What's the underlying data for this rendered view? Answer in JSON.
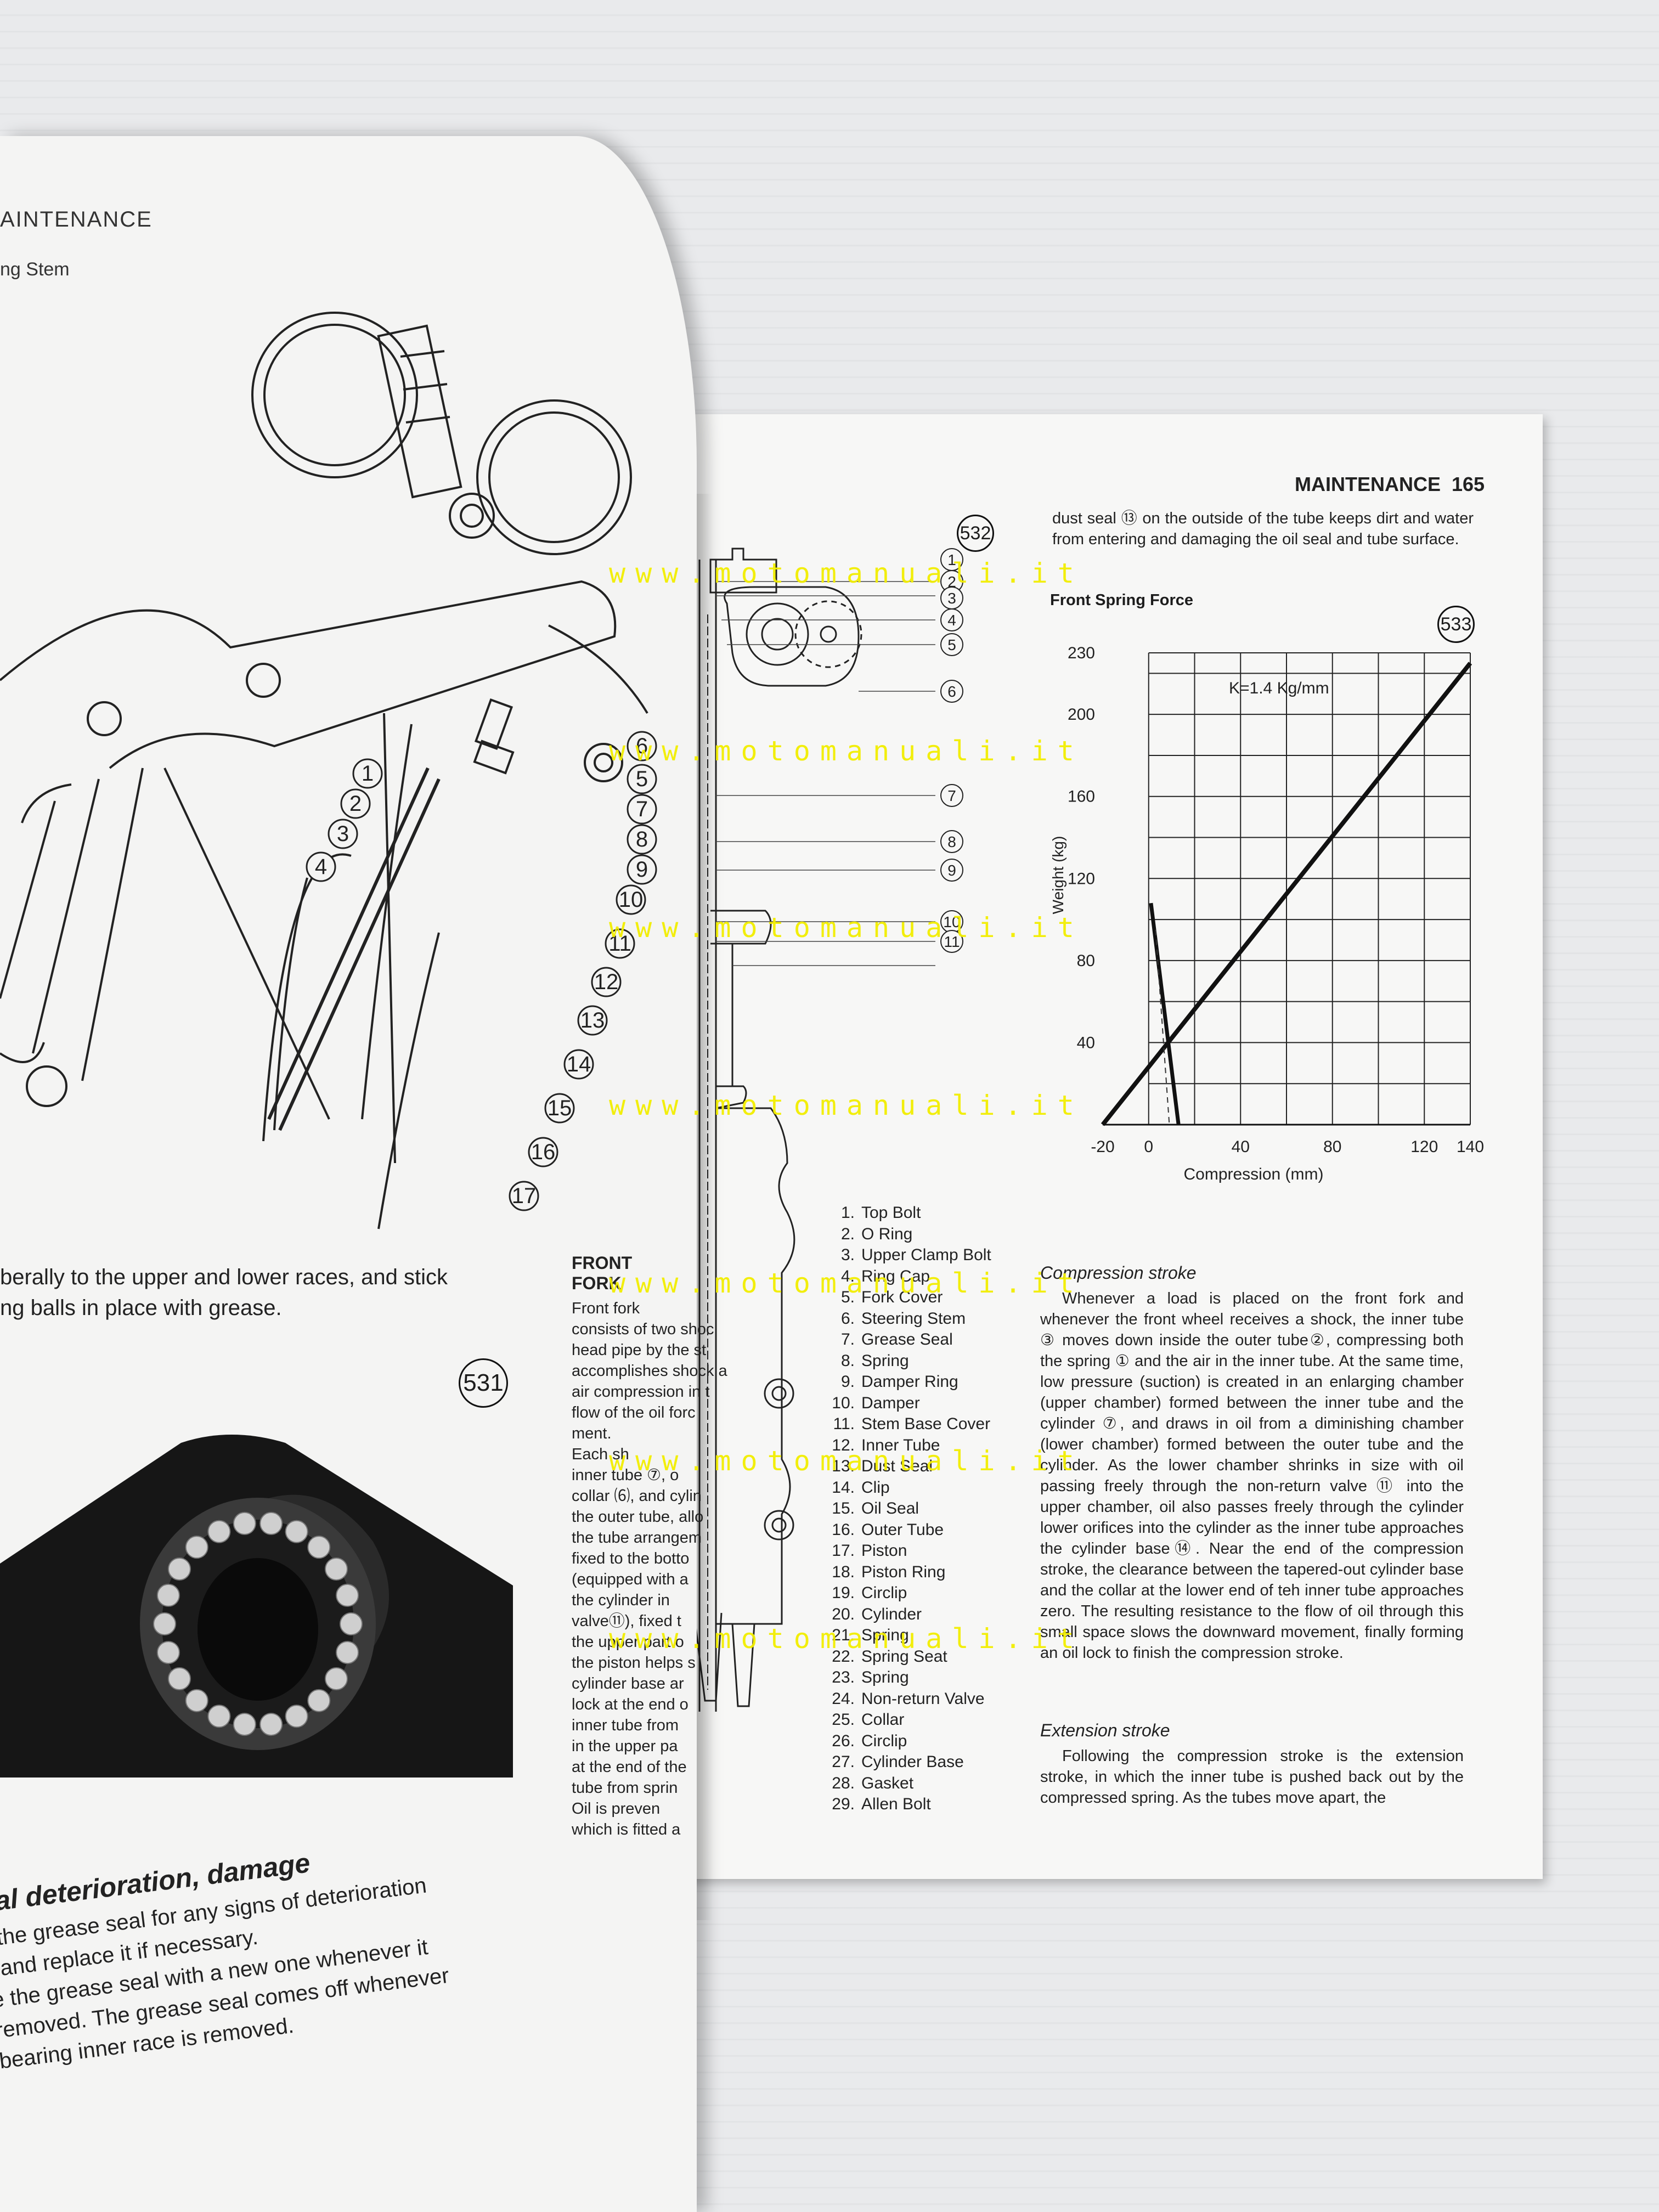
{
  "left_page": {
    "header": "AINTENANCE",
    "subheader": "ng Stem",
    "callouts": [
      "1",
      "2",
      "3",
      "4",
      "5",
      "6",
      "7",
      "8",
      "9",
      "10",
      "11",
      "12",
      "13",
      "14",
      "15",
      "16",
      "17"
    ],
    "caption_lines": [
      "berally to the upper and lower races, and stick",
      "ng balls in place with grease."
    ],
    "photo_label": "531",
    "seal_section": {
      "title": "eal deterioration, damage",
      "lines": [
        "t the grease seal for any signs of deterioration",
        ", and replace it if necessary.",
        "e the grease seal with a new one whenever it",
        "removed.  The grease seal comes off whenever",
        "bearing inner race is removed."
      ]
    },
    "front_fork": {
      "title": "FRONT FORK",
      "fragments": [
        "Front fork",
        "consists of two shoc",
        "head pipe by the st",
        "accomplishes shock a",
        "air compression in t",
        "flow of the oil forc",
        "ment.",
        "Each sh",
        "inner tube ⑦, o",
        "collar ⑹, and cylin",
        "the outer tube, allo",
        "the tube arrangem",
        "fixed to the botto",
        "(equipped with a",
        "the cylinder in",
        "valve⑪), fixed t",
        "the upper part o",
        "the piston helps s",
        "cylinder base ar",
        "lock at the end o",
        "inner tube from",
        "in the upper pa",
        "at the end of the",
        "tube from sprin",
        "Oil is preven",
        "which is fitted a"
      ]
    }
  },
  "right_page": {
    "header": "MAINTENANCE",
    "page_number": "165",
    "intro_text": "dust seal ⑬ on the outside of the tube keeps dirt and water from entering and damaging the oil seal and tube surface.",
    "graph_title": "Front Spring Force",
    "figure_533": "533",
    "figure_532": "532",
    "fork_callouts": [
      "1",
      "2",
      "3",
      "4",
      "5",
      "6",
      "7",
      "8",
      "9",
      "10",
      "11"
    ],
    "parts": [
      {
        "n": "1.",
        "name": "Top Bolt"
      },
      {
        "n": "2.",
        "name": "O Ring"
      },
      {
        "n": "3.",
        "name": "Upper Clamp Bolt"
      },
      {
        "n": "4.",
        "name": "Ring Cap"
      },
      {
        "n": "5.",
        "name": "Fork Cover"
      },
      {
        "n": "6.",
        "name": "Steering Stem"
      },
      {
        "n": "7.",
        "name": "Grease Seal"
      },
      {
        "n": "8.",
        "name": "Spring"
      },
      {
        "n": "9.",
        "name": "Damper Ring"
      },
      {
        "n": "10.",
        "name": "Damper"
      },
      {
        "n": "11.",
        "name": "Stem Base Cover"
      },
      {
        "n": "12.",
        "name": "Inner Tube"
      },
      {
        "n": "13.",
        "name": "Dust Seal"
      },
      {
        "n": "14.",
        "name": "Clip"
      },
      {
        "n": "15.",
        "name": "Oil Seal"
      },
      {
        "n": "16.",
        "name": "Outer Tube"
      },
      {
        "n": "17.",
        "name": "Piston"
      },
      {
        "n": "18.",
        "name": "Piston Ring"
      },
      {
        "n": "19.",
        "name": "Circlip"
      },
      {
        "n": "20.",
        "name": "Cylinder"
      },
      {
        "n": "21.",
        "name": "Spring"
      },
      {
        "n": "22.",
        "name": "Spring Seat"
      },
      {
        "n": "23.",
        "name": "Spring"
      },
      {
        "n": "24.",
        "name": "Non-return Valve"
      },
      {
        "n": "25.",
        "name": "Collar"
      },
      {
        "n": "26.",
        "name": "Circlip"
      },
      {
        "n": "27.",
        "name": "Cylinder Base"
      },
      {
        "n": "28.",
        "name": "Gasket"
      },
      {
        "n": "29.",
        "name": "Allen Bolt"
      }
    ],
    "compression_stroke": {
      "title": "Compression stroke",
      "text": "Whenever a load is placed on the front fork and whenever the front wheel receives a shock, the inner tube ③ moves down inside the outer tube②, compressing both the spring ① and the air in the inner tube.  At the same time, low pressure (suction) is created in an enlarging chamber (upper chamber) formed between the inner tube and the cylinder ⑦, and draws in oil from a diminishing chamber (lower chamber) formed between the outer tube and the cylinder.  As the lower chamber shrinks in size with oil passing freely through the non-return valve ⑪ into the upper chamber, oil also passes freely through the cylinder lower orifices into the cylinder as the inner tube approaches the cylinder base⑭. Near the end of the compression stroke, the clearance between the tapered-out cylinder base and the collar at the lower end of teh inner tube approaches zero. The resulting resistance to the flow of oil through this small space slows the downward movement, finally forming an oil lock to finish the compression stroke."
    },
    "extension_stroke": {
      "title": "Extension stroke",
      "text": "Following the compression stroke is the extension stroke, in which the inner tube is pushed back out by the compressed spring.  As the tubes move apart, the"
    }
  },
  "watermark": "www.motomanuali.it",
  "chart_data": {
    "type": "line",
    "title": "Front Spring Force",
    "annotation": "K=1.4 Kg/mm",
    "xlabel": "Compression (mm)",
    "ylabel": "Weight (kg)",
    "xlim": [
      -20,
      140
    ],
    "ylim": [
      0,
      230
    ],
    "x_ticks": [
      "-20",
      "0",
      "40",
      "80",
      "120",
      "140"
    ],
    "y_ticks": [
      "40",
      "80",
      "120",
      "160",
      "200",
      "230"
    ],
    "grid": true,
    "series": [
      {
        "values": [
          [
            -20,
            0
          ],
          [
            140,
            225
          ]
        ]
      },
      {
        "values": [
          [
            1,
            108
          ],
          [
            13,
            0
          ]
        ]
      }
    ]
  }
}
